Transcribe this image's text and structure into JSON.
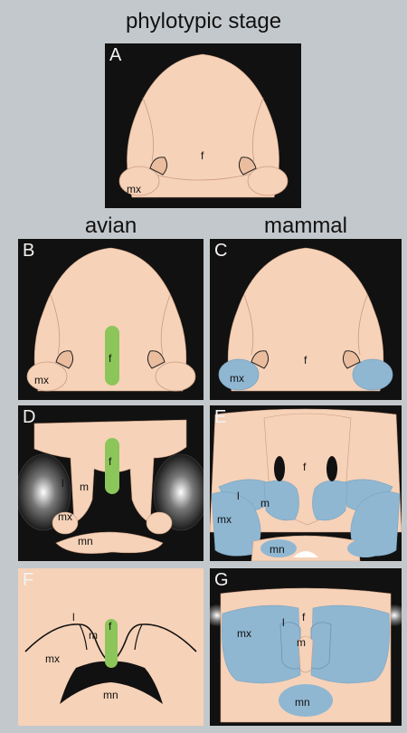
{
  "headings": {
    "top": "phylotypic stage",
    "left_column": "avian",
    "right_column": "mammal"
  },
  "panels": {
    "A": {
      "letter": "A",
      "labels": {
        "f": "f",
        "mx": "mx"
      }
    },
    "B": {
      "letter": "B",
      "labels": {
        "f": "f",
        "mx": "mx"
      }
    },
    "C": {
      "letter": "C",
      "labels": {
        "f": "f",
        "mx": "mx"
      }
    },
    "D": {
      "letter": "D",
      "labels": {
        "f": "f",
        "l": "l",
        "m": "m",
        "mx": "mx",
        "mn": "mn"
      }
    },
    "E": {
      "letter": "E",
      "labels": {
        "f": "f",
        "l": "l",
        "m": "m",
        "mx": "mx",
        "mn": "mn"
      }
    },
    "F": {
      "letter": "F",
      "labels": {
        "f": "f",
        "l": "l",
        "m": "m",
        "mx": "mx",
        "mn": "mn"
      }
    },
    "G": {
      "letter": "G",
      "labels": {
        "f": "f",
        "l": "l",
        "m": "m",
        "mx": "mx",
        "mn": "mn"
      }
    }
  },
  "colors": {
    "background": "#c3c8cc",
    "panel": "#111111",
    "tissue": "#f6d2b8",
    "tissue_edge": "#c99c80",
    "green": "#8cc65a",
    "blue": "#8fb7d2"
  }
}
